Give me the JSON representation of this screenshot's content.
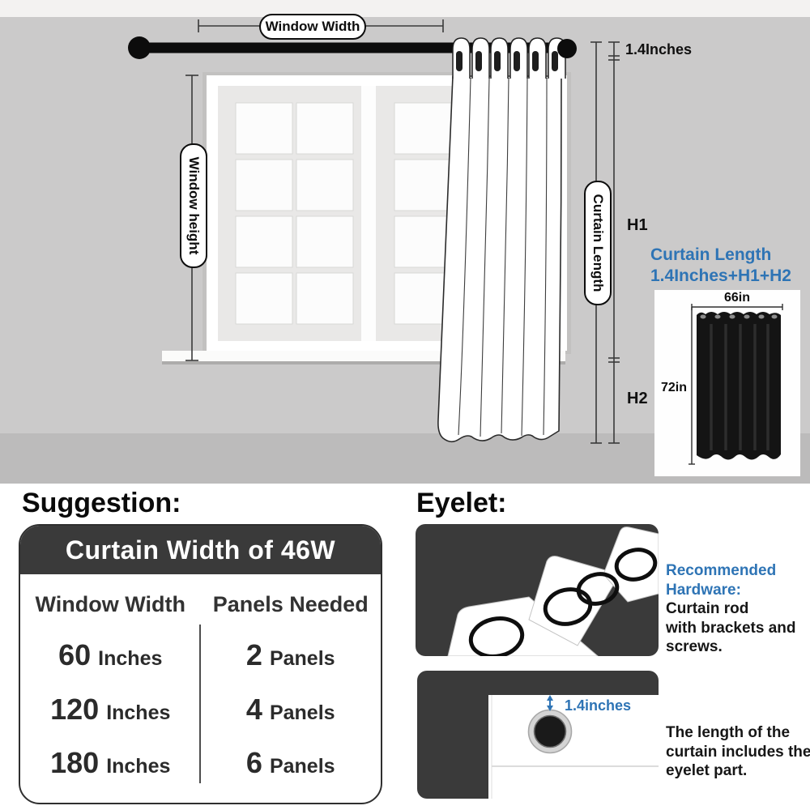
{
  "colors": {
    "accent_blue": "#2e74b5",
    "panel_dark": "#3a3a3a",
    "wall": "#cbcaca",
    "floor": "#bcbbbb"
  },
  "diagram": {
    "window_width_label": "Window Width",
    "window_height_label": "Window height",
    "curtain_length_label": "Curtain Length",
    "rod_to_top_label": "1.4Inches",
    "h1_label": "H1",
    "h2_label": "H2",
    "formula": {
      "line1": "Curtain Length",
      "line2": "1.4Inches+H1+H2"
    },
    "inset": {
      "width_label": "66in",
      "height_label": "72in"
    }
  },
  "suggestion": {
    "heading": "Suggestion:",
    "table": {
      "title": "Curtain Width of 46W",
      "columns": [
        "Window Width",
        "Panels Needed"
      ],
      "rows": [
        {
          "window_width_value": "60",
          "window_width_unit": "Inches",
          "panels_value": "2",
          "panels_unit": "Panels"
        },
        {
          "window_width_value": "120",
          "window_width_unit": "Inches",
          "panels_value": "4",
          "panels_unit": "Panels"
        },
        {
          "window_width_value": "180",
          "window_width_unit": "Inches",
          "panels_value": "6",
          "panels_unit": "Panels"
        }
      ]
    }
  },
  "eyelet": {
    "heading": "Eyelet:",
    "hardware": {
      "title_line1": "Recommended",
      "title_line2": "Hardware:",
      "line1": "Curtain rod",
      "line2": "with brackets and",
      "line3": "screws."
    },
    "length_note": {
      "measure_label": "1.4inches",
      "line1": "The length of the",
      "line2": "curtain includes the",
      "line3": "eyelet part."
    }
  }
}
